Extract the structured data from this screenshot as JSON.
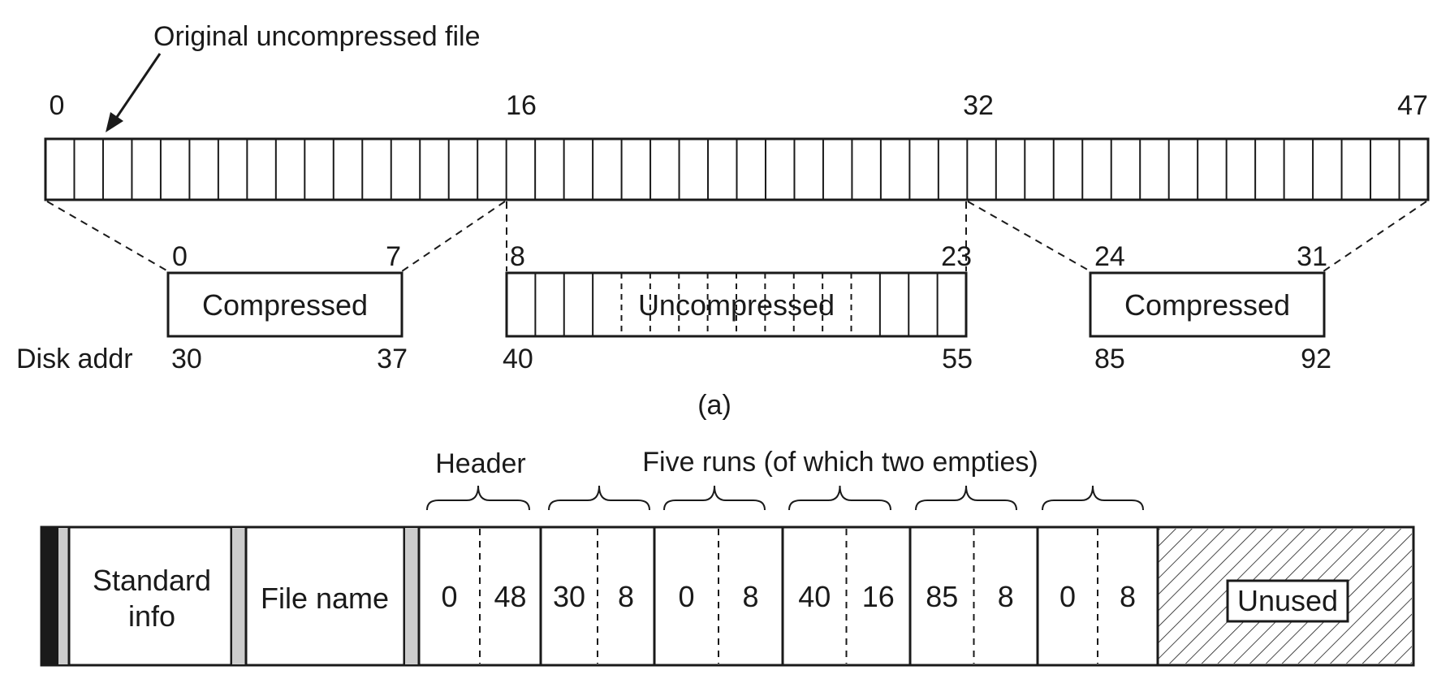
{
  "part_a": {
    "arrow_label": "Original uncompressed file",
    "file_ticks": [
      "0",
      "16",
      "32",
      "47"
    ],
    "block_count": 48,
    "segments": [
      {
        "id": "seg1",
        "label": "Compressed",
        "start": "0",
        "end": "7",
        "disk_start": "30",
        "disk_end": "37",
        "compressed": true
      },
      {
        "id": "seg2",
        "label": "Uncompressed",
        "start": "8",
        "end": "23",
        "disk_start": "40",
        "disk_end": "55",
        "compressed": false,
        "block_count": 16
      },
      {
        "id": "seg3",
        "label": "Compressed",
        "start": "24",
        "end": "31",
        "disk_start": "85",
        "disk_end": "92",
        "compressed": true
      }
    ],
    "disk_addr_label": "Disk addr",
    "caption": "(a)"
  },
  "part_b": {
    "header_label": "Header",
    "runs_label": "Five runs (of which two empties)",
    "standard_info_line1": "Standard",
    "standard_info_line2": "info",
    "file_name_label": "File name",
    "pairs": [
      {
        "a": "0",
        "b": "48"
      },
      {
        "a": "30",
        "b": "8"
      },
      {
        "a": "0",
        "b": "8"
      },
      {
        "a": "40",
        "b": "16"
      },
      {
        "a": "85",
        "b": "8"
      },
      {
        "a": "0",
        "b": "8"
      }
    ],
    "unused_label": "Unused"
  },
  "colors": {
    "ink": "#1a1a1a",
    "gray_bar": "#cccccc",
    "black_bar": "#1a1a1a",
    "background": "#ffffff"
  }
}
